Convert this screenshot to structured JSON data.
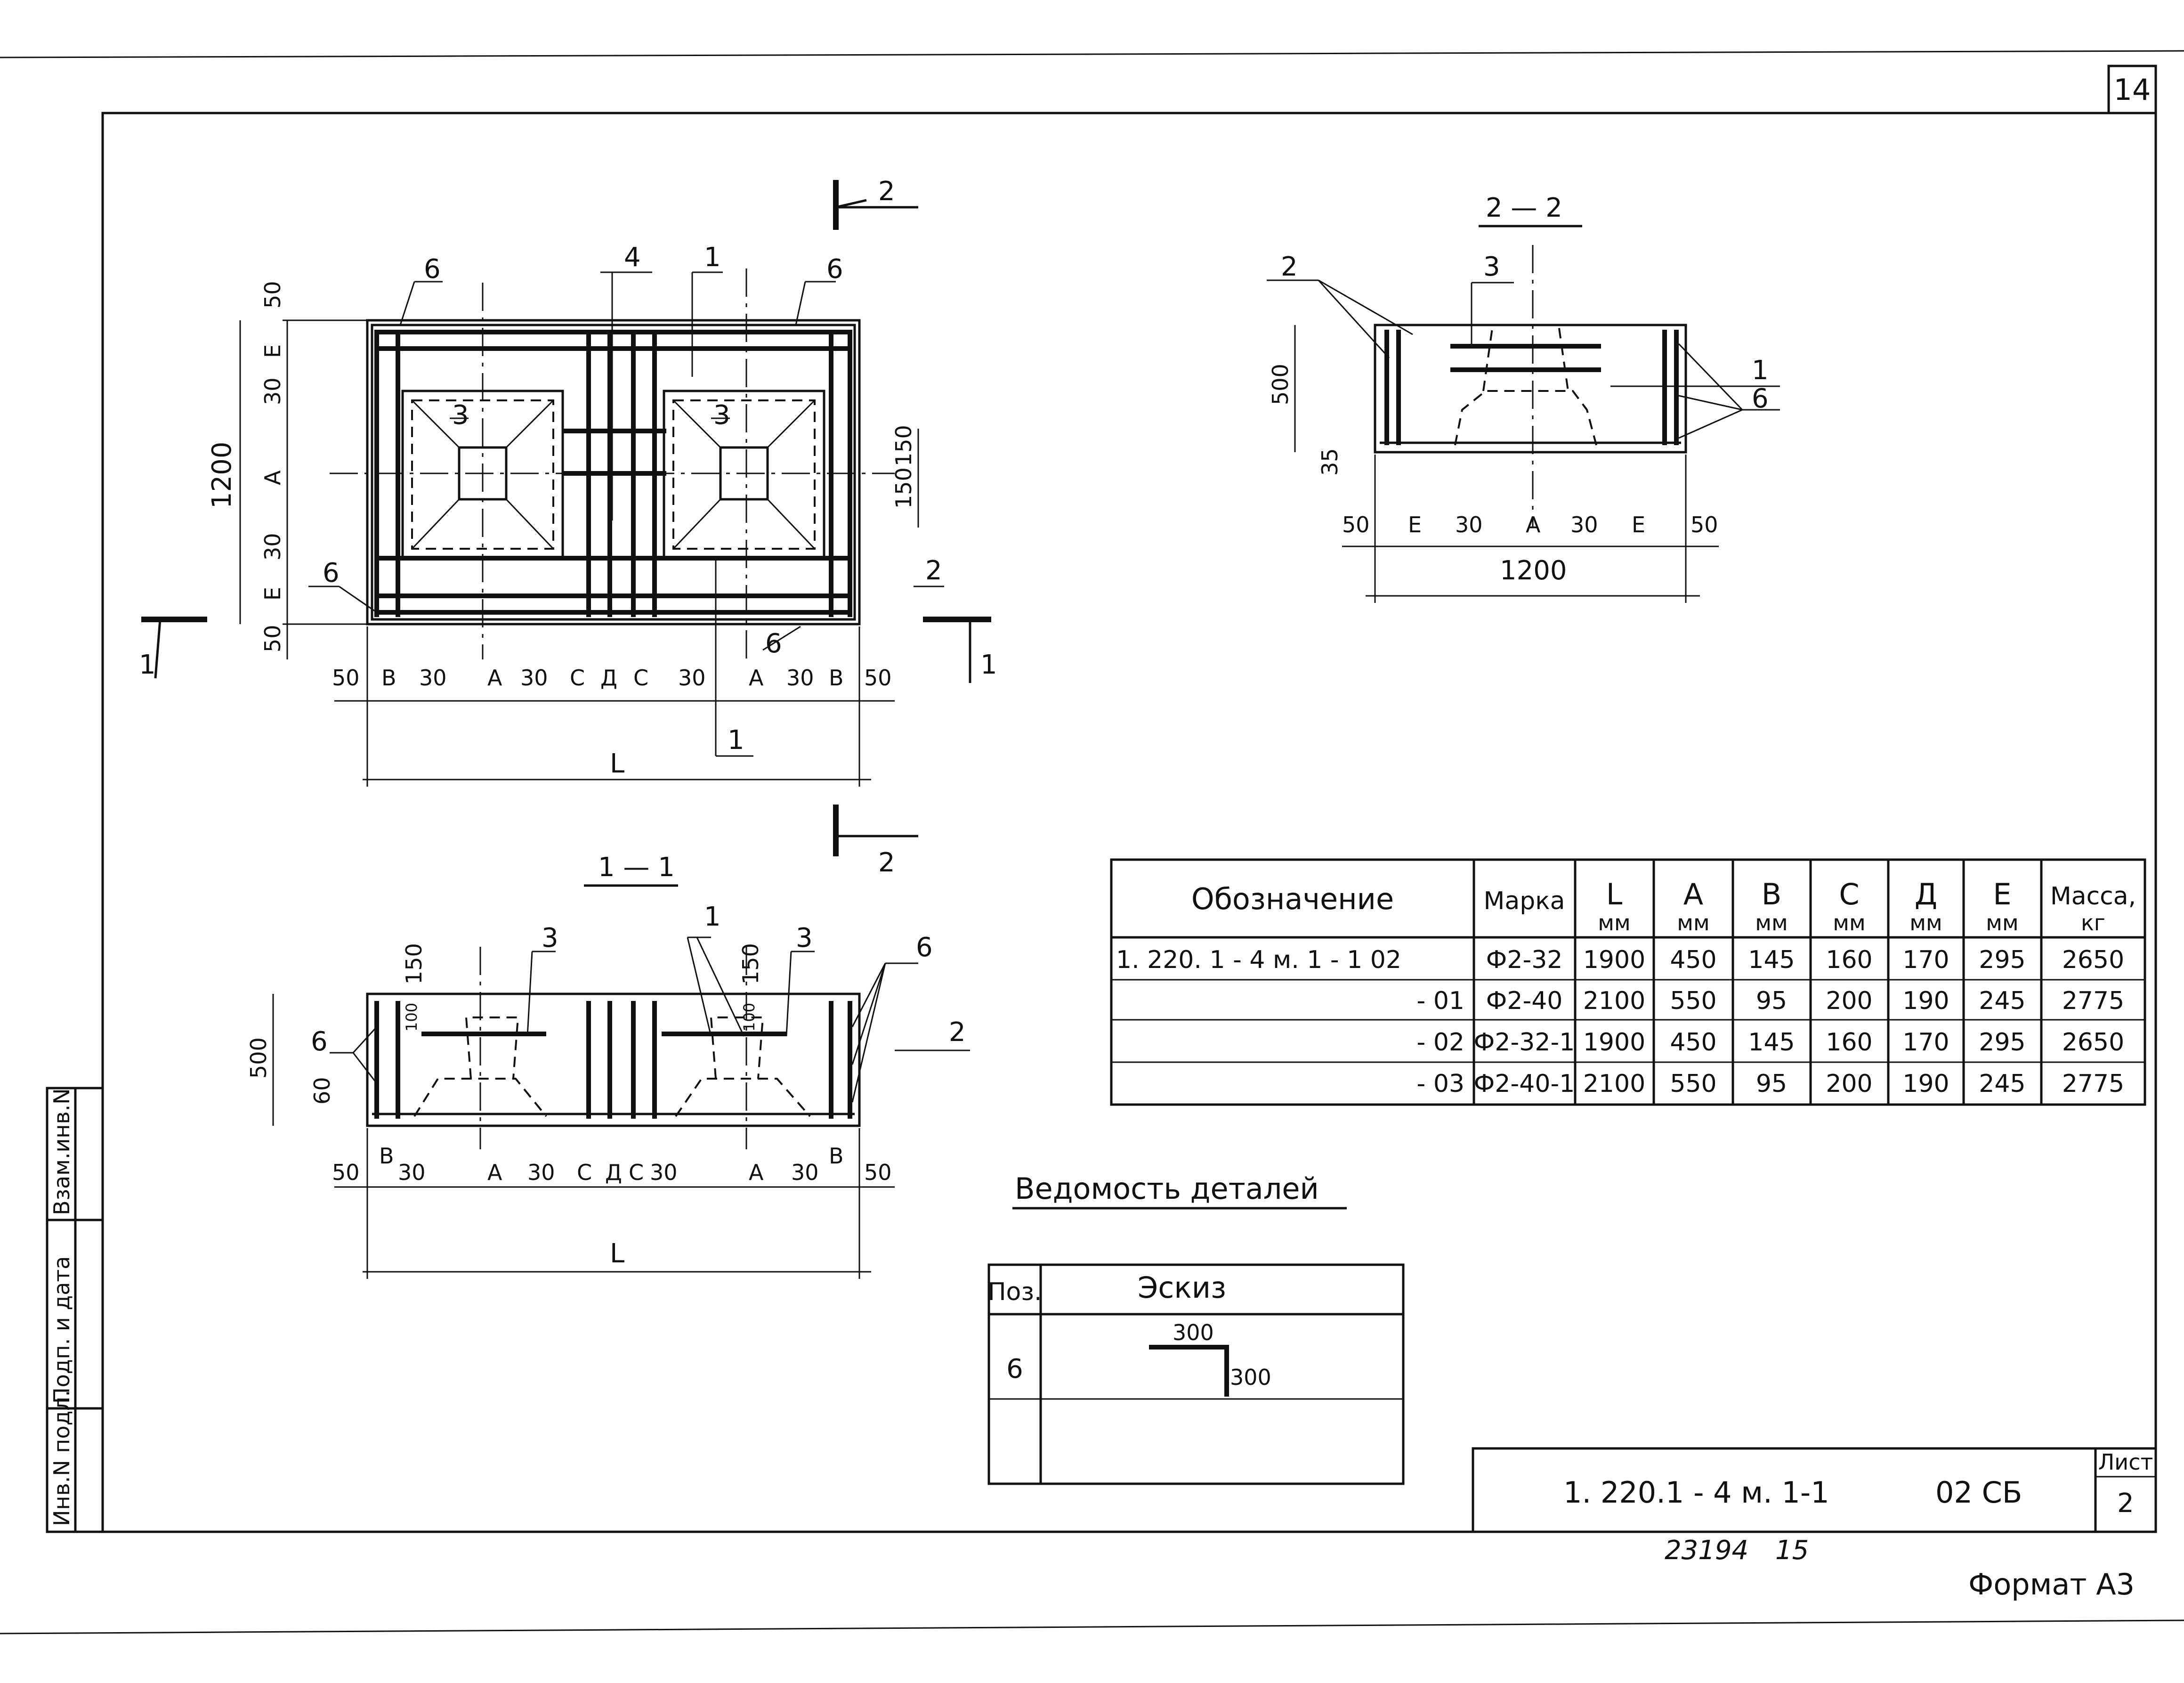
{
  "sheet": {
    "sheet_number": "14",
    "format": "Формат А3",
    "archive_no": "23194",
    "archive_page": "15"
  },
  "side_stamp": {
    "cells": [
      "Инв.N подл.",
      "Подп. и дата",
      "Взам.инв.N"
    ]
  },
  "title_block": {
    "code": "1. 220.1 - 4 м. 1-1",
    "suffix": "02 СБ",
    "sheet_label": "Лист",
    "sheet_value": "2"
  },
  "plan_view": {
    "section_1": "1",
    "section_2": "2",
    "callouts": [
      "6",
      "4",
      "1",
      "6",
      "3",
      "3",
      "6",
      "2",
      "6",
      "1"
    ],
    "left_dims": [
      "50",
      "Е",
      "30",
      "А",
      "30",
      "Е",
      "50"
    ],
    "overall_height": "1200",
    "right_dims": [
      "150",
      "150"
    ],
    "bottom_dims": [
      "50",
      "В",
      "30",
      "А",
      "30",
      "С",
      "Д",
      "С",
      "30",
      "А",
      "30",
      "В",
      "50"
    ],
    "overall_length": "L"
  },
  "section_1_1": {
    "title": "1 — 1",
    "callouts": [
      "3",
      "1",
      "3",
      "6",
      "6",
      "2"
    ],
    "left_dims": [
      "500",
      "60"
    ],
    "inner_dims": [
      "150",
      "100",
      "150",
      "100"
    ],
    "bottom_dims": [
      "50",
      "В",
      "30",
      "А",
      "30",
      "С",
      "Д",
      "С",
      "30",
      "А",
      "30",
      "В",
      "50"
    ],
    "overall_length": "L"
  },
  "section_2_2": {
    "title": "2 — 2",
    "callouts": [
      "2",
      "3",
      "1",
      "6"
    ],
    "left_dims": [
      "500",
      "35"
    ],
    "bottom_dims": [
      "50",
      "Е",
      "30",
      "А",
      "30",
      "Е",
      "50"
    ],
    "overall_width": "1200"
  },
  "spec_table": {
    "headers": [
      "Обозначение",
      "Марка",
      "L",
      "А",
      "В",
      "С",
      "Д",
      "Е",
      "Масса,"
    ],
    "units": [
      "",
      "",
      "мм",
      "мм",
      "мм",
      "мм",
      "мм",
      "мм",
      "кг"
    ],
    "rows": [
      [
        "1. 220. 1 - 4 м. 1 - 1     02",
        "Ф2-32",
        "1900",
        "450",
        "145",
        "160",
        "170",
        "295",
        "2650"
      ],
      [
        "- 01",
        "Ф2-40",
        "2100",
        "550",
        "95",
        "200",
        "190",
        "245",
        "2775"
      ],
      [
        "- 02",
        "Ф2-32-1",
        "1900",
        "450",
        "145",
        "160",
        "170",
        "295",
        "2650"
      ],
      [
        "- 03",
        "Ф2-40-1",
        "2100",
        "550",
        "95",
        "200",
        "190",
        "245",
        "2775"
      ]
    ]
  },
  "parts_list": {
    "title": "Ведомость деталей",
    "col_pos": "Поз.",
    "col_sketch": "Эскиз",
    "rows": [
      {
        "pos": "6",
        "dim_a": "300",
        "dim_b": "300"
      }
    ]
  }
}
